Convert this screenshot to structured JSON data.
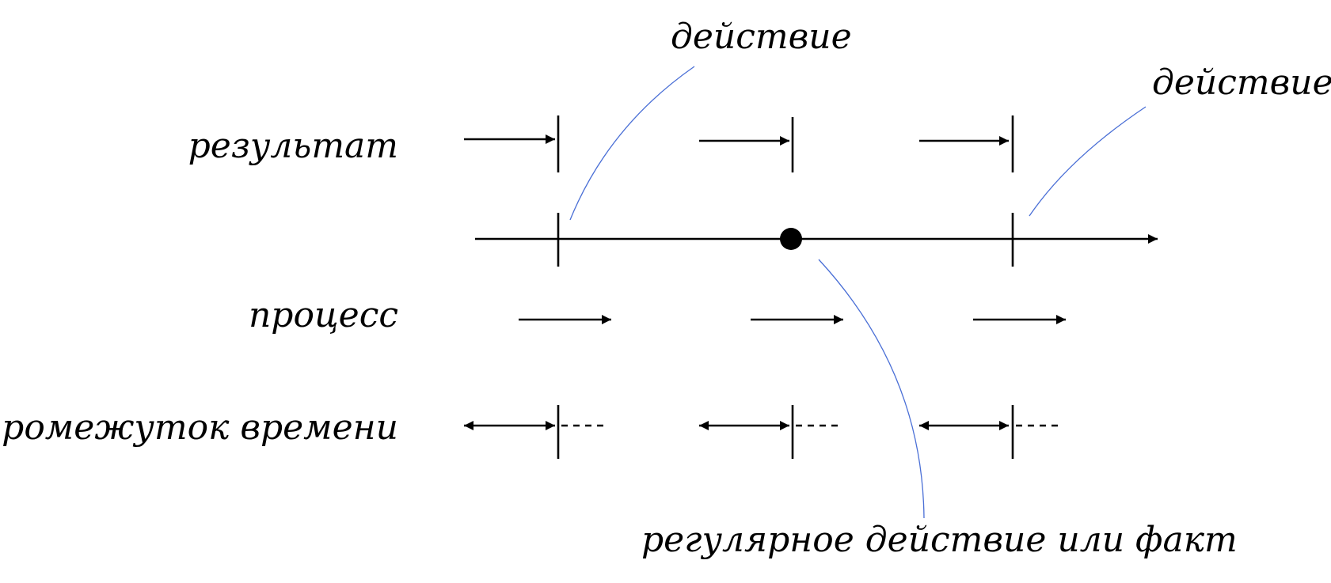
{
  "labels": {
    "result": "результат",
    "process": "процесс",
    "time_span": "промежуток времени",
    "action_top": "действие",
    "action_right": "действие",
    "regular": "регулярное действие или факт"
  },
  "colors": {
    "ink": "#000000",
    "leader": "#4a6fd6"
  }
}
